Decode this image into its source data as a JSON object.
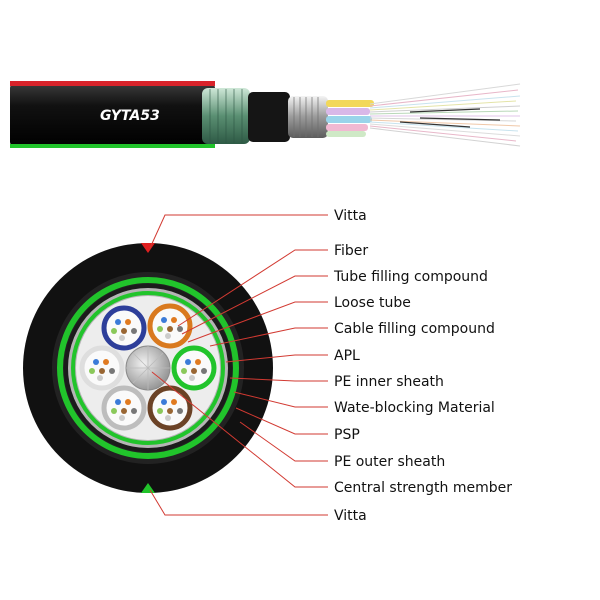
{
  "cable_model": "GYTA53",
  "labels": [
    "Vitta",
    "Fiber",
    "Tube filling compound",
    "Loose tube",
    "Cable filling compound",
    "APL",
    "PE inner sheath",
    "Wate-blocking Material",
    "PSP",
    "PE outer sheath",
    "Central strength member",
    "Vitta"
  ],
  "colors": {
    "leader_line": "#d23a32",
    "marker": "#e02020",
    "green_band": "#22c22a",
    "jacket": "#111111",
    "ring_grey": "#bdbdbd"
  }
}
